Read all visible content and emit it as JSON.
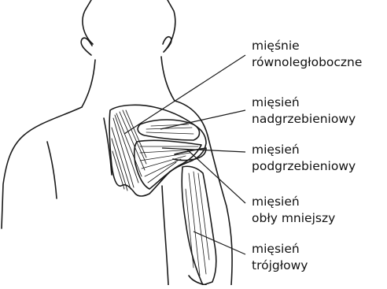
{
  "labels": [
    {
      "id": "rhomboids",
      "lines": [
        "mięśnie",
        "równoległoboczne"
      ]
    },
    {
      "id": "supraspinatus",
      "lines": [
        "mięsień",
        "nadgrzebieniowy"
      ]
    },
    {
      "id": "infraspinatus",
      "lines": [
        "mięsień",
        "podgrzebieniowy"
      ]
    },
    {
      "id": "teres-minor",
      "lines": [
        "mięsień",
        "obły mniejszy"
      ]
    },
    {
      "id": "triceps",
      "lines": [
        "mięsień",
        "trójgłowy"
      ]
    }
  ],
  "colors": {
    "ink": "#1a1a1a",
    "background": "#ffffff"
  }
}
